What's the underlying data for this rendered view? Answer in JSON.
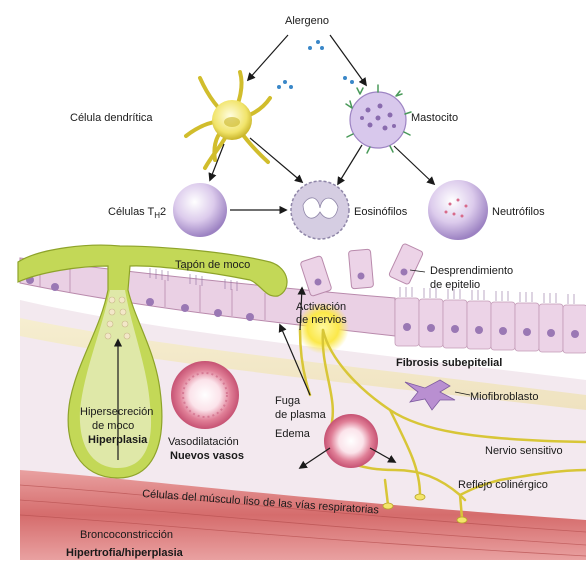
{
  "labels": {
    "alergeno": "Alergeno",
    "celula_dendritica": "Célula dendrítica",
    "mastocito": "Mastocito",
    "celulas_th2_main": "Células T",
    "celulas_th2_sub": "H",
    "celulas_th2_suffix": "2",
    "eosinofilos": "Eosinófilos",
    "neutrofilos": "Neutrófilos",
    "tapon_de_moco": "Tapón de moco",
    "desprendimiento_1": "Desprendimiento",
    "desprendimiento_2": "de epitelio",
    "activacion_1": "Activación",
    "activacion_2": "de nervios",
    "fibrosis": "Fibrosis subepitelial",
    "miofibroblasto": "Miofibroblasto",
    "fuga_1": "Fuga",
    "fuga_2": "de plasma",
    "edema": "Edema",
    "hipersecrecion_1": "Hipersecreción",
    "hipersecrecion_2": "de moco",
    "hiperplasia": "Hiperplasia",
    "vasodilatacion": "Vasodilatación",
    "nuevos_vasos": "Nuevos vasos",
    "nervio_sensitivo": "Nervio sensitivo",
    "reflejo_colinergico": "Reflejo colinérgico",
    "celulas_musculo": "Células del músculo liso de las vías respiratorias",
    "broncoconstriccion": "Broncoconstricción",
    "hipertrofia": "Hipertrofia/hiperplasia"
  },
  "colors": {
    "cell_purple": "#d9c6ea",
    "cell_purple_dark": "#8f6fb5",
    "mucus_green": "#b9d34a",
    "epithelium_pink": "#ead0e4",
    "nerve_yellow": "#e8dc4a",
    "muscle_red": "#d97a7a",
    "submucosa": "#efe3ea"
  }
}
